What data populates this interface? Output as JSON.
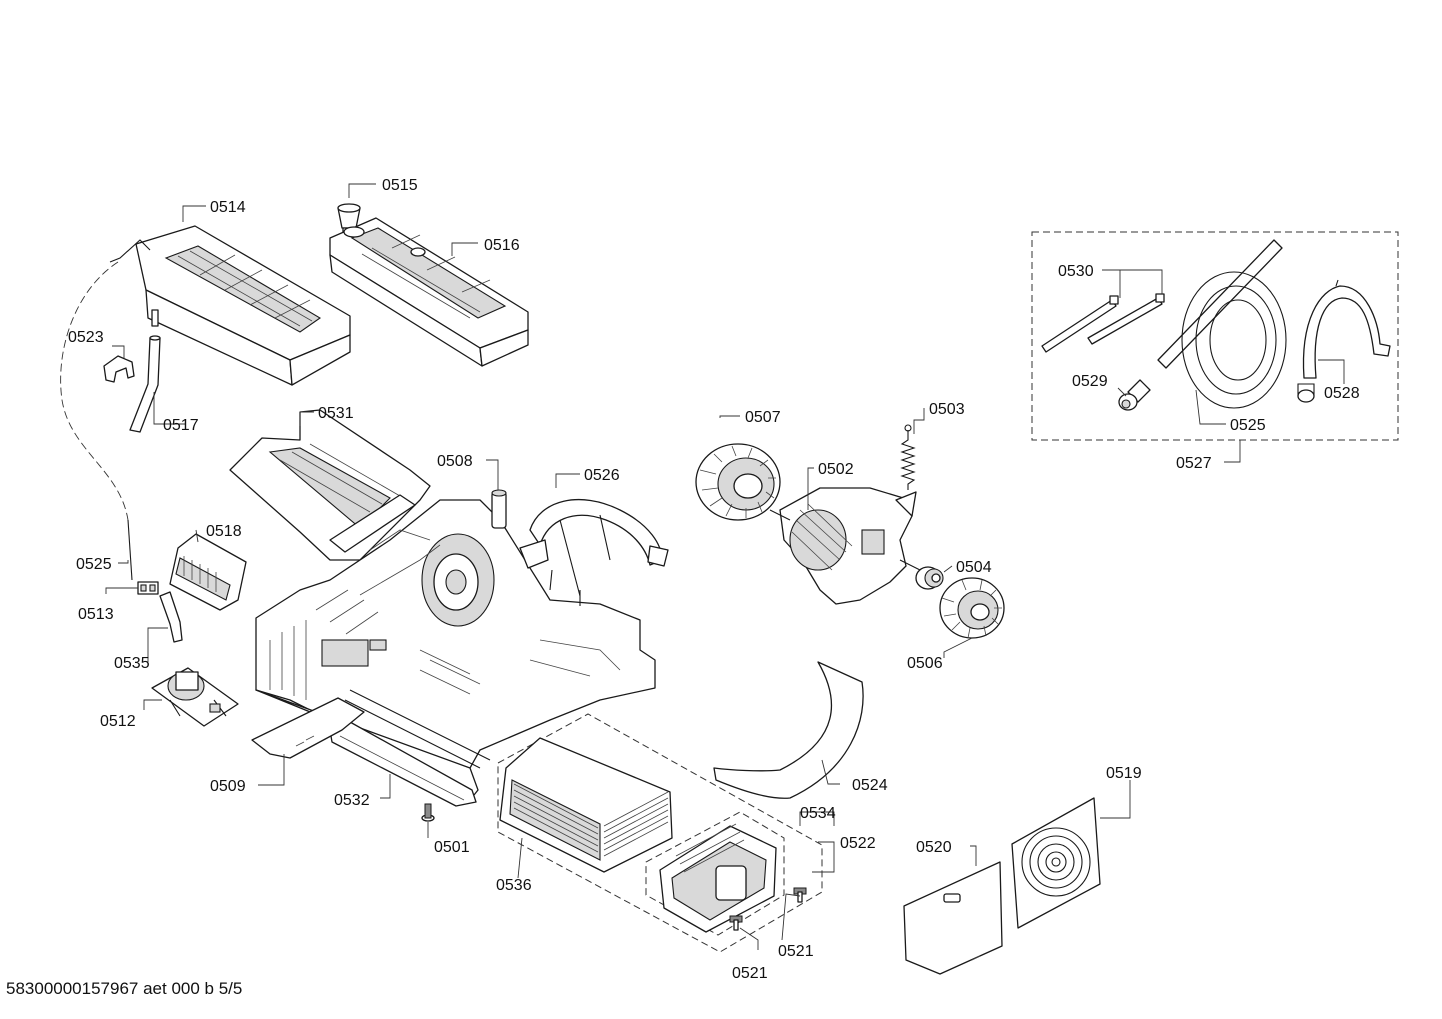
{
  "footer": "58300000157967 aet 000 b 5/5",
  "labels": {
    "p0501": "0501",
    "p0502": "0502",
    "p0503": "0503",
    "p0504": "0504",
    "p0506": "0506",
    "p0507": "0507",
    "p0508": "0508",
    "p0509": "0509",
    "p0512": "0512",
    "p0513": "0513",
    "p0514": "0514",
    "p0515": "0515",
    "p0516": "0516",
    "p0517": "0517",
    "p0518": "0518",
    "p0519": "0519",
    "p0520": "0520",
    "p0521a": "0521",
    "p0521b": "0521",
    "p0522": "0522",
    "p0523": "0523",
    "p0524": "0524",
    "p0525a": "0525",
    "p0525b": "0525",
    "p0526": "0526",
    "p0527": "0527",
    "p0528": "0528",
    "p0529": "0529",
    "p0530": "0530",
    "p0531": "0531",
    "p0532": "0532",
    "p0534": "0534",
    "p0535": "0535",
    "p0536": "0536"
  }
}
